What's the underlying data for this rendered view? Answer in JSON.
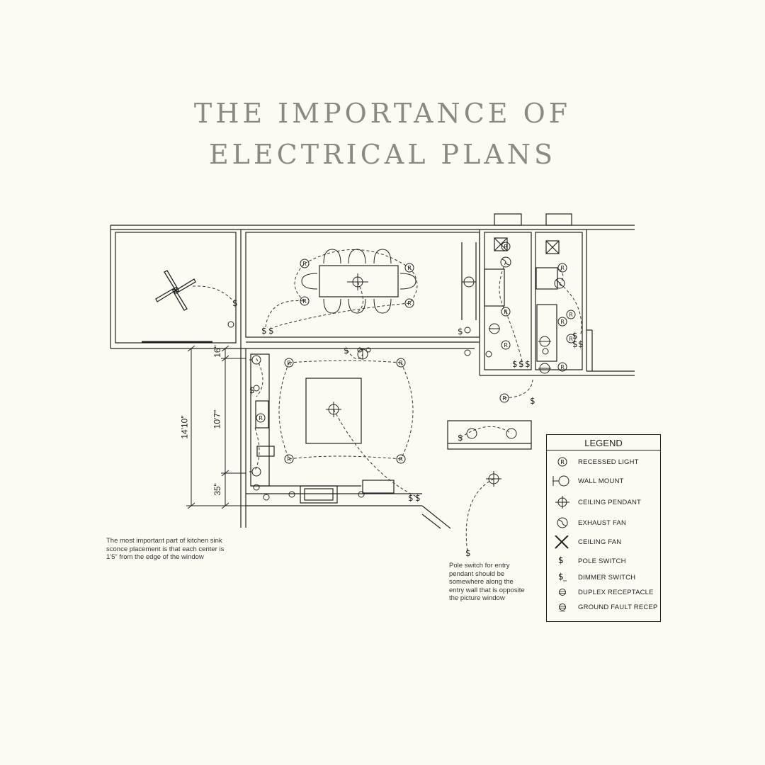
{
  "title": {
    "line1": "THE IMPORTANCE OF",
    "line2": "ELECTRICAL PLANS"
  },
  "dimensions": {
    "d1": "16\"",
    "d2": "10'7\"",
    "d3": "14'10\"",
    "d4": "35\""
  },
  "notes": {
    "sink_sconce": "The most important part of kitchen sink sconce placement is that each center is 1'5\" from the edge of the window",
    "pole_switch": "Pole switch for entry pendant should be somewhere along the entry wall that is opposite the picture window"
  },
  "legend": {
    "title": "LEGEND",
    "items": [
      {
        "label": "RECESSED LIGHT",
        "icon": "recessed-light-icon"
      },
      {
        "label": "WALL MOUNT",
        "icon": "wall-mount-icon"
      },
      {
        "label": "CEILING PENDANT",
        "icon": "ceiling-pendant-icon"
      },
      {
        "label": "EXHAUST FAN",
        "icon": "exhaust-fan-icon"
      },
      {
        "label": "CEILING FAN",
        "icon": "ceiling-fan-icon"
      },
      {
        "label": "POLE SWITCH",
        "icon": "pole-switch-icon"
      },
      {
        "label": "DIMMER SWITCH",
        "icon": "dimmer-switch-icon"
      },
      {
        "label": "DUPLEX RECEPTACLE",
        "icon": "duplex-receptacle-icon"
      },
      {
        "label": "GROUND FAULT RECEP",
        "icon": "ground-fault-recep-icon"
      }
    ]
  },
  "symbols": {
    "recessed": "R",
    "switch": "$"
  }
}
